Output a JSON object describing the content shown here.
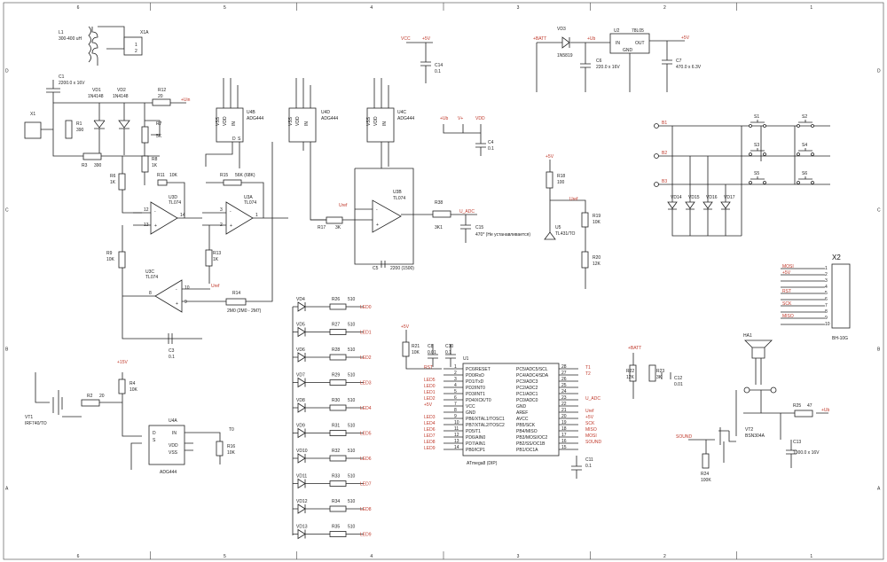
{
  "frame": {
    "columns": [
      "6",
      "5",
      "4",
      "3",
      "2",
      "1"
    ],
    "rows": [
      "D",
      "C",
      "B",
      "A"
    ]
  },
  "power": {
    "inductor": {
      "ref": "L1",
      "value": "300-400 uH"
    },
    "connector_in": {
      "ref": "X1A",
      "pins": [
        "1",
        "2"
      ]
    },
    "cap_c1": {
      "ref": "C1",
      "value": "2200.0 x 16V"
    },
    "connector_x1": {
      "ref": "X1"
    },
    "vd1": {
      "ref": "VD1",
      "value": "1N4148"
    },
    "vd2": {
      "ref": "VD2",
      "value": "1N4148"
    },
    "r12": {
      "ref": "R12",
      "value": "20"
    },
    "r1": {
      "ref": "R1",
      "value": "390"
    },
    "r3": {
      "ref": "R3",
      "value": "390"
    },
    "r7": {
      "ref": "R7",
      "value": "5K"
    },
    "r8": {
      "ref": "R8",
      "value": "1K"
    },
    "r6": {
      "ref": "R6",
      "value": "1K"
    },
    "net_uin": "+Uin"
  },
  "regulator": {
    "vd3": {
      "ref": "VD3",
      "value": "1N5819"
    },
    "batt": "+BATT",
    "u2": {
      "ref": "U2",
      "value": "78L05",
      "in": "IN",
      "out": "OUT",
      "gnd": "GND"
    },
    "c6": {
      "ref": "C6",
      "value": "220.0 x 16V"
    },
    "c7": {
      "ref": "C7",
      "value": "470.0 x 6.3V"
    },
    "net_5v": "+5V",
    "net_ub": "+Ub"
  },
  "decoupling": {
    "vcc": "VCC",
    "plus5": "+5V",
    "c14": {
      "ref": "C14",
      "value": "0.1"
    },
    "ub": "+Ub",
    "vplus": "V+",
    "vdd": "VDD",
    "c4": {
      "ref": "C4",
      "value": "0.1"
    }
  },
  "switches": {
    "u4b": {
      "ref": "U4B",
      "value": "ADG444",
      "pins": [
        "VSS",
        "VDD",
        "IN",
        "D",
        "S"
      ]
    },
    "u4d": {
      "ref": "U4D",
      "value": "ADG444"
    },
    "u4c": {
      "ref": "U4C",
      "value": "ADG444"
    },
    "u4a": {
      "ref": "U4A",
      "value": "ADG444",
      "pins": [
        "D",
        "S",
        "IN",
        "VDD",
        "VSS"
      ]
    }
  },
  "opamps": {
    "u3d": {
      "ref": "U3D",
      "value": "TL074"
    },
    "u3a": {
      "ref": "U3A",
      "value": "TL074"
    },
    "u3b": {
      "ref": "U3B",
      "value": "TL074"
    },
    "u3c": {
      "ref": "U3C",
      "value": "TL074"
    },
    "r11": {
      "ref": "R11",
      "value": "10K"
    },
    "r15": {
      "ref": "R15",
      "value": "56K (68K)"
    },
    "r9": {
      "ref": "R9",
      "value": "10K"
    },
    "r13": {
      "ref": "R13",
      "value": "1K"
    },
    "r14": {
      "ref": "R14",
      "value": "2M0 (2M0 - 2M7)"
    },
    "r17": {
      "ref": "R17",
      "value": "3K"
    },
    "r38": {
      "ref": "R38",
      "value": "3K1"
    },
    "c3": {
      "ref": "C3",
      "value": "0.1"
    },
    "c5": {
      "ref": "C5",
      "value": "2200 (1500)"
    },
    "c15": {
      "ref": "C15",
      "value": "470* (Не устанавливается)"
    },
    "uref": "Uref",
    "u_adc": "U_ADC"
  },
  "reference": {
    "r18": {
      "ref": "R18",
      "value": "100"
    },
    "r19": {
      "ref": "R19",
      "value": "10K"
    },
    "r20": {
      "ref": "R20",
      "value": "12K"
    },
    "u5": {
      "ref": "U5",
      "value": "TL431/TO"
    },
    "net": "+5V"
  },
  "keys": {
    "rows": [
      "B1",
      "B2",
      "B3"
    ],
    "buttons": [
      "S1",
      "S2",
      "S3",
      "S4",
      "S5",
      "S6"
    ],
    "diodes": [
      "VD14",
      "VD15",
      "VD16",
      "VD17"
    ]
  },
  "x2": {
    "ref": "X2",
    "value": "BH-10G",
    "pins": [
      "1",
      "2",
      "3",
      "4",
      "5",
      "6",
      "7",
      "8",
      "9",
      "10"
    ],
    "nets": [
      "MOSI",
      "+5V",
      "RST",
      "SCK",
      "MISO"
    ]
  },
  "leds": {
    "items": [
      {
        "vd": "VD4",
        "r": "R26",
        "v": "510",
        "net": "LED0"
      },
      {
        "vd": "VD5",
        "r": "R27",
        "v": "510",
        "net": "LED1"
      },
      {
        "vd": "VD6",
        "r": "R28",
        "v": "510",
        "net": "LED2"
      },
      {
        "vd": "VD7",
        "r": "R29",
        "v": "510",
        "net": "LED3"
      },
      {
        "vd": "VD8",
        "r": "R30",
        "v": "510",
        "net": "LED4"
      },
      {
        "vd": "VD9",
        "r": "R31",
        "v": "510",
        "net": "LED5"
      },
      {
        "vd": "VD10",
        "r": "R32",
        "v": "510",
        "net": "LED6"
      },
      {
        "vd": "VD11",
        "r": "R33",
        "v": "510",
        "net": "LED7"
      },
      {
        "vd": "VD12",
        "r": "R34",
        "v": "510",
        "net": "LED8"
      },
      {
        "vd": "VD13",
        "r": "R35",
        "v": "510",
        "net": "LED9"
      }
    ]
  },
  "mcu": {
    "ref": "U1",
    "value": "ATmega8 (DIP)",
    "left_pins": [
      {
        "n": "1",
        "name": "PC6/RESET"
      },
      {
        "n": "2",
        "name": "PD0/RxD"
      },
      {
        "n": "3",
        "name": "PD1/TxD"
      },
      {
        "n": "4",
        "name": "PD2/INT0"
      },
      {
        "n": "5",
        "name": "PD3/INT1"
      },
      {
        "n": "6",
        "name": "PD4/XCK/T0"
      },
      {
        "n": "7",
        "name": "VCC"
      },
      {
        "n": "8",
        "name": "GND"
      },
      {
        "n": "9",
        "name": "PB6/XTAL1/TOSC1"
      },
      {
        "n": "10",
        "name": "PB7/XTAL2/TOSC2"
      },
      {
        "n": "11",
        "name": "PD5/T1"
      },
      {
        "n": "12",
        "name": "PD6/AIN0"
      },
      {
        "n": "13",
        "name": "PD7/AIN1"
      },
      {
        "n": "14",
        "name": "PB0/ICP1"
      }
    ],
    "right_pins": [
      {
        "n": "28",
        "name": "PC5/ADC5/SCL"
      },
      {
        "n": "27",
        "name": "PC4/ADC4/SDA"
      },
      {
        "n": "26",
        "name": "PC3/ADC3"
      },
      {
        "n": "25",
        "name": "PC2/ADC2"
      },
      {
        "n": "24",
        "name": "PC1/ADC1"
      },
      {
        "n": "23",
        "name": "PC0/ADC0"
      },
      {
        "n": "22",
        "name": "GND"
      },
      {
        "n": "21",
        "name": "AREF"
      },
      {
        "n": "20",
        "name": "AVCC"
      },
      {
        "n": "19",
        "name": "PB5/SCK"
      },
      {
        "n": "18",
        "name": "PB4/MISO"
      },
      {
        "n": "17",
        "name": "PB3/MOSI/OC2"
      },
      {
        "n": "16",
        "name": "PB2/SS/OC1B"
      },
      {
        "n": "15",
        "name": "PB1/OC1A"
      }
    ],
    "left_nets": [
      "RST",
      "",
      "LED5",
      "LED0",
      "LED1",
      "LED2",
      "+5V",
      "",
      "LED3",
      "LED4",
      "LED6",
      "LED7",
      "LED8",
      "LED9"
    ],
    "right_nets": [
      "T1",
      "T2",
      "",
      "",
      "",
      "U_ADC",
      "",
      "Uref",
      "+5V",
      "SCK",
      "MISO",
      "MOSI",
      "SOUND",
      ""
    ],
    "r21": {
      "ref": "R21",
      "value": "10K"
    },
    "c8": {
      "ref": "C8",
      "value": "0.01"
    },
    "c10": {
      "ref": "C10",
      "value": "0.1"
    },
    "c11": {
      "ref": "C11",
      "value": "0.1"
    },
    "r22": {
      "ref": "R22",
      "value": "12K"
    },
    "r23": {
      "ref": "R23",
      "value": "3K"
    },
    "c12": {
      "ref": "C12",
      "value": "0.01"
    },
    "batt": "+BATT"
  },
  "output_stage": {
    "vt1": {
      "ref": "VT1",
      "value": "IRF740/TO"
    },
    "r2": {
      "ref": "R2",
      "value": "20"
    },
    "r4": {
      "ref": "R4",
      "value": "10K"
    },
    "r16": {
      "ref": "R16",
      "value": "10K"
    },
    "net_t0": "T0",
    "net_15v": "+15V"
  },
  "audio": {
    "ha1": {
      "ref": "HA1"
    },
    "vt2": {
      "ref": "VT2",
      "value": "BSN304A"
    },
    "r24": {
      "ref": "R24",
      "value": "100K"
    },
    "r25": {
      "ref": "R25",
      "value": "47"
    },
    "c13": {
      "ref": "C13",
      "value": "1000.0 x 16V"
    },
    "sound": "SOUND",
    "net": "+Ub"
  }
}
